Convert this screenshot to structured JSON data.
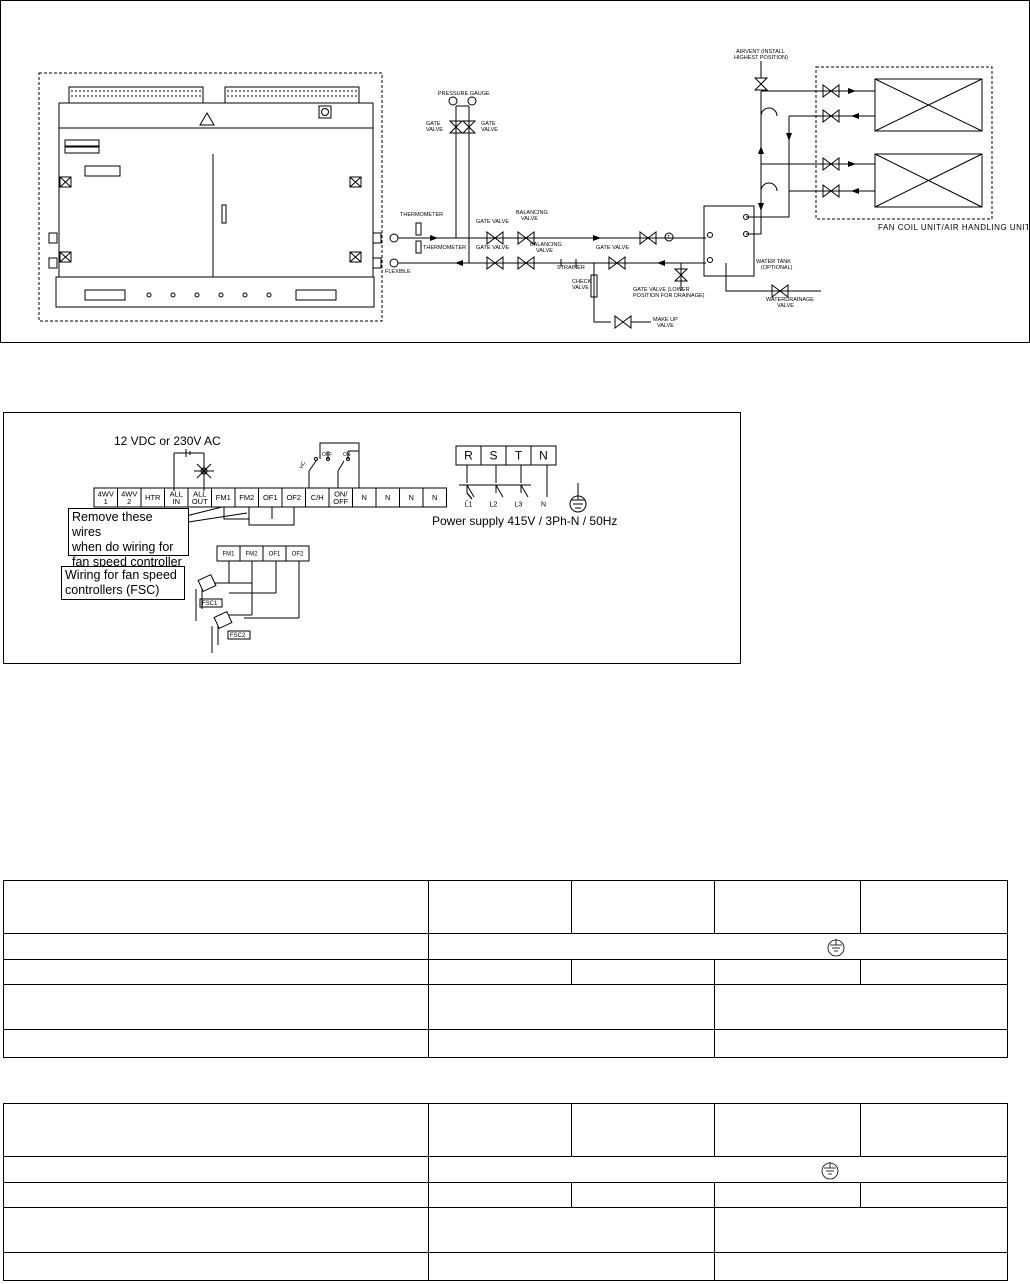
{
  "piping_diagram": {
    "labels": {
      "pressure_gauge": "PRESSURE GAUGE",
      "gate_valve_1": "GATE\nVALVE",
      "gate_valve_2": "GATE\nVALVE",
      "airvent": "AIRVENT (INSTALL\nHIGHEST POSITION)",
      "thermometer_top": "THERMOMETER",
      "thermometer_bottom": "THERMOMETER",
      "flexible": "FLEXIBLE",
      "gate_valve_supply": "GATE VALVE",
      "balancing_valve_supply": "BALANCING\nVALVE",
      "gate_valve_return": "GATE VALVE",
      "balancing_valve_return": "BALANCING\nVALVE",
      "gate_valve_mid": "GATE VALVE",
      "strainer": "STRAINER",
      "check_valve": "CHECK\nVALVE",
      "gate_valve_lower": "GATE VALVE (LOWER\nPOSITION FOR DRAINAGE)",
      "water_tank": "WATER TANK\n(OPTIONAL)",
      "water_drainage_valve": "WATERDRAINAGE\nVALVE",
      "make_up_valve": "MAKE UP\nVALVE",
      "fan_coil_unit": "FAN COIL UNIT/AIR HANDLING UNIT"
    }
  },
  "wiring_diagram": {
    "supply_label": "12 VDC or 230V AC",
    "terminals": [
      "4WV\n1",
      "4WV\n2",
      "HTR",
      "ALL\nIN",
      "ALL\nOUT",
      "FM1",
      "FM2",
      "OF1",
      "OF2",
      "C/H",
      "ON/\nOFF",
      "N",
      "N",
      "N",
      "N"
    ],
    "switch_labels": {
      "hc": "HC",
      "off": "OFF",
      "on": "ON"
    },
    "power_terminals": [
      "R",
      "S",
      "T",
      "N"
    ],
    "power_lines": [
      "L1",
      "L2",
      "L3",
      "N"
    ],
    "power_supply_text": "Power supply 415V / 3Ph-N / 50Hz",
    "callout_remove": "Remove these wires\nwhen do wiring for\nfan speed controller",
    "callout_fsc": "Wiring for fan speed\ncontrollers (FSC)",
    "fsc_terminals": [
      "FM1",
      "FM2",
      "OF1",
      "OF2"
    ],
    "fsc_labels": [
      "FSC1",
      "FSC2"
    ]
  },
  "tables": [
    {
      "rows": 5
    },
    {
      "rows": 5
    }
  ]
}
